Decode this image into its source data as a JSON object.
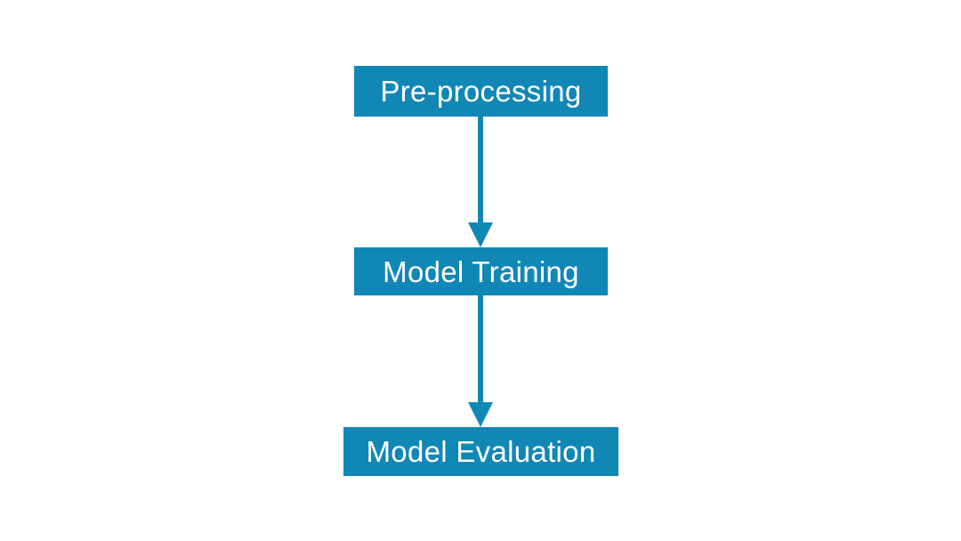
{
  "diagram": {
    "type": "flowchart",
    "background_color": "#ffffff",
    "accent_color": "#1187b6",
    "node_text_color": "#ffffff",
    "nodes": [
      {
        "id": "pre-processing",
        "label": "Pre-processing"
      },
      {
        "id": "model-training",
        "label": "Model Training"
      },
      {
        "id": "model-evaluation",
        "label": "Model Evaluation"
      }
    ],
    "edges": [
      {
        "from": "pre-processing",
        "to": "model-training",
        "direction": "down",
        "style": "solid-arrow"
      },
      {
        "from": "model-training",
        "to": "model-evaluation",
        "direction": "down",
        "style": "solid-arrow"
      }
    ]
  }
}
